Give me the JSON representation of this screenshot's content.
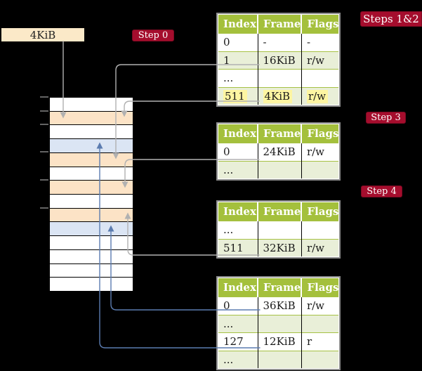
{
  "page_size_box": {
    "label": "4KiB"
  },
  "badges": {
    "step0": {
      "label": "Step 0"
    },
    "steps12": {
      "label": "Steps 1&2"
    },
    "step3": {
      "label": "Step 3"
    },
    "step4": {
      "label": "Step 4"
    }
  },
  "memory_column": {
    "rows": [
      {
        "color": "white"
      },
      {
        "color": "peach"
      },
      {
        "color": "white"
      },
      {
        "color": "blue"
      },
      {
        "color": "peach"
      },
      {
        "color": "white"
      },
      {
        "color": "peach"
      },
      {
        "color": "white"
      },
      {
        "color": "peach"
      },
      {
        "color": "blue"
      },
      {
        "color": "white"
      },
      {
        "color": "white"
      },
      {
        "color": "white"
      },
      {
        "color": "white"
      }
    ]
  },
  "tables": [
    {
      "name": "page-table-steps-1-2",
      "headers": [
        "Index",
        "Frame",
        "Flags"
      ],
      "rows": [
        {
          "cells": [
            "0",
            "-",
            "-"
          ],
          "shade": "white",
          "highlight": false
        },
        {
          "cells": [
            "1",
            "16KiB",
            "r/w"
          ],
          "shade": "green",
          "highlight": false
        },
        {
          "cells": [
            "...",
            "",
            ""
          ],
          "shade": "white",
          "highlight": false
        },
        {
          "cells": [
            "511",
            "4KiB",
            "r/w"
          ],
          "shade": "green",
          "highlight": true
        }
      ]
    },
    {
      "name": "page-table-step-3",
      "headers": [
        "Index",
        "Frame",
        "Flags"
      ],
      "rows": [
        {
          "cells": [
            "0",
            "24KiB",
            "r/w"
          ],
          "shade": "white",
          "highlight": false
        },
        {
          "cells": [
            "...",
            "",
            ""
          ],
          "shade": "green",
          "highlight": false
        }
      ]
    },
    {
      "name": "page-table-step-4",
      "headers": [
        "Index",
        "Frame",
        "Flags"
      ],
      "rows": [
        {
          "cells": [
            "...",
            "",
            ""
          ],
          "shade": "white",
          "highlight": false
        },
        {
          "cells": [
            "511",
            "32KiB",
            "r/w"
          ],
          "shade": "green",
          "highlight": false
        }
      ]
    },
    {
      "name": "page-table-bottom",
      "headers": [
        "Index",
        "Frame",
        "Flags"
      ],
      "rows": [
        {
          "cells": [
            "0",
            "36KiB",
            "r/w"
          ],
          "shade": "white",
          "highlight": false
        },
        {
          "cells": [
            "...",
            "",
            ""
          ],
          "shade": "green",
          "highlight": false
        },
        {
          "cells": [
            "127",
            "12KiB",
            "r"
          ],
          "shade": "white",
          "highlight": false
        },
        {
          "cells": [
            "...",
            "",
            ""
          ],
          "shade": "green",
          "highlight": false
        }
      ]
    }
  ],
  "colors": {
    "header_green": "#a4c03c",
    "row_green": "#e9efd8",
    "border_green": "#a6c144",
    "badge_red": "#a50d2d",
    "peach": "#fce3c6",
    "blue_row": "#dbe5f4",
    "yellow_hl": "#fdf5a2",
    "box_cream": "#fbe9c8",
    "gray_line": "#b1b1b1",
    "blue_line": "#5b7cb0"
  }
}
